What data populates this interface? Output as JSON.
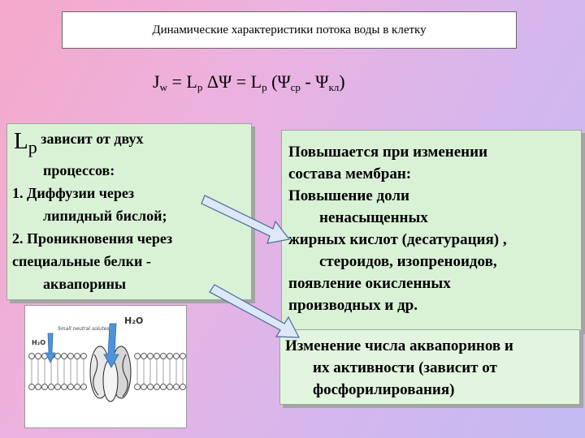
{
  "title": "Динамические характеристики потока воды в клетку",
  "formula": {
    "j": "J",
    "j_sub": "w",
    "eq1": " = L",
    "lp_sub1": "p",
    "delta": " ΔΨ",
    "eq2": " = L",
    "lp_sub2": "p",
    "paren": " (Ψ",
    "sub_sr": "ср",
    "minus": " - Ψ",
    "sub_kl": "кл",
    "close": ")"
  },
  "left_box": {
    "lp": "L",
    "lp_sub": "p",
    "line1": " зависит от двух",
    "line2": "процессов:",
    "line3": "1.  Диффузии через",
    "line4": "липидный бислой;",
    "line5": "2.  Проникновения через",
    "line6": "специальные белки -",
    "line7": "аквапорины"
  },
  "right_box": {
    "lines": [
      "Повышается при изменении",
      " состава мембран:",
      "Повышение доли",
      "ненасыщенных",
      "жирных кислот (десатурация) ,",
      "стероидов, изопреноидов,",
      "появление окисленных",
      "производных и др."
    ]
  },
  "bottom_box": {
    "lines": [
      "Изменение числа аквапоринов и",
      "их активности (зависит от",
      "фосфорилирования)"
    ]
  },
  "illustration": {
    "h2o_big": "H₂O",
    "h2o_small": "H₂O",
    "caption": "Small neutral solutes"
  },
  "colors": {
    "box_fill": "#d9f2d6",
    "arrow_fill": "#dce8f7",
    "arrow_stroke": "#4a6a9a"
  }
}
